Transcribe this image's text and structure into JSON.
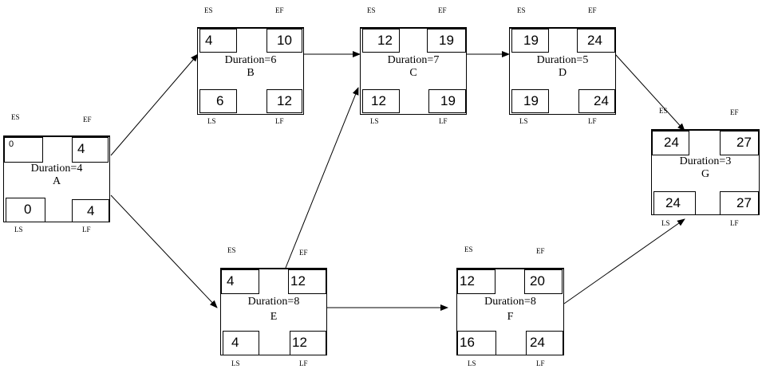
{
  "labels": {
    "es": "ES",
    "ef": "EF",
    "ls": "LS",
    "lf": "LF"
  },
  "nodes": {
    "A": {
      "name": "A",
      "duration": "Duration=4",
      "es": "0",
      "ef": "4",
      "ls": "0",
      "lf": "4"
    },
    "B": {
      "name": "B",
      "duration": "Duration=6",
      "es": "4",
      "ef": "10",
      "ls": "6",
      "lf": "12"
    },
    "C": {
      "name": "C",
      "duration": "Duration=7",
      "es": "12",
      "ef": "19",
      "ls": "12",
      "lf": "19"
    },
    "D": {
      "name": "D",
      "duration": "Duration=5",
      "es": "19",
      "ef": "24",
      "ls": "19",
      "lf": "24"
    },
    "E": {
      "name": "E",
      "duration": "Duration=8",
      "es": "4",
      "ef": "12",
      "ls": "4",
      "lf": "12"
    },
    "F": {
      "name": "F",
      "duration": "Duration=8",
      "es": "12",
      "ef": "20",
      "ls": "16",
      "lf": "24"
    },
    "G": {
      "name": "G",
      "duration": "Duration=3",
      "es": "24",
      "ef": "27",
      "ls": "24",
      "lf": "27"
    }
  },
  "edges": [
    {
      "from": "A",
      "to": "B"
    },
    {
      "from": "A",
      "to": "E"
    },
    {
      "from": "B",
      "to": "C"
    },
    {
      "from": "E",
      "to": "C"
    },
    {
      "from": "C",
      "to": "D"
    },
    {
      "from": "E",
      "to": "F"
    },
    {
      "from": "D",
      "to": "G"
    },
    {
      "from": "F",
      "to": "G"
    }
  ]
}
